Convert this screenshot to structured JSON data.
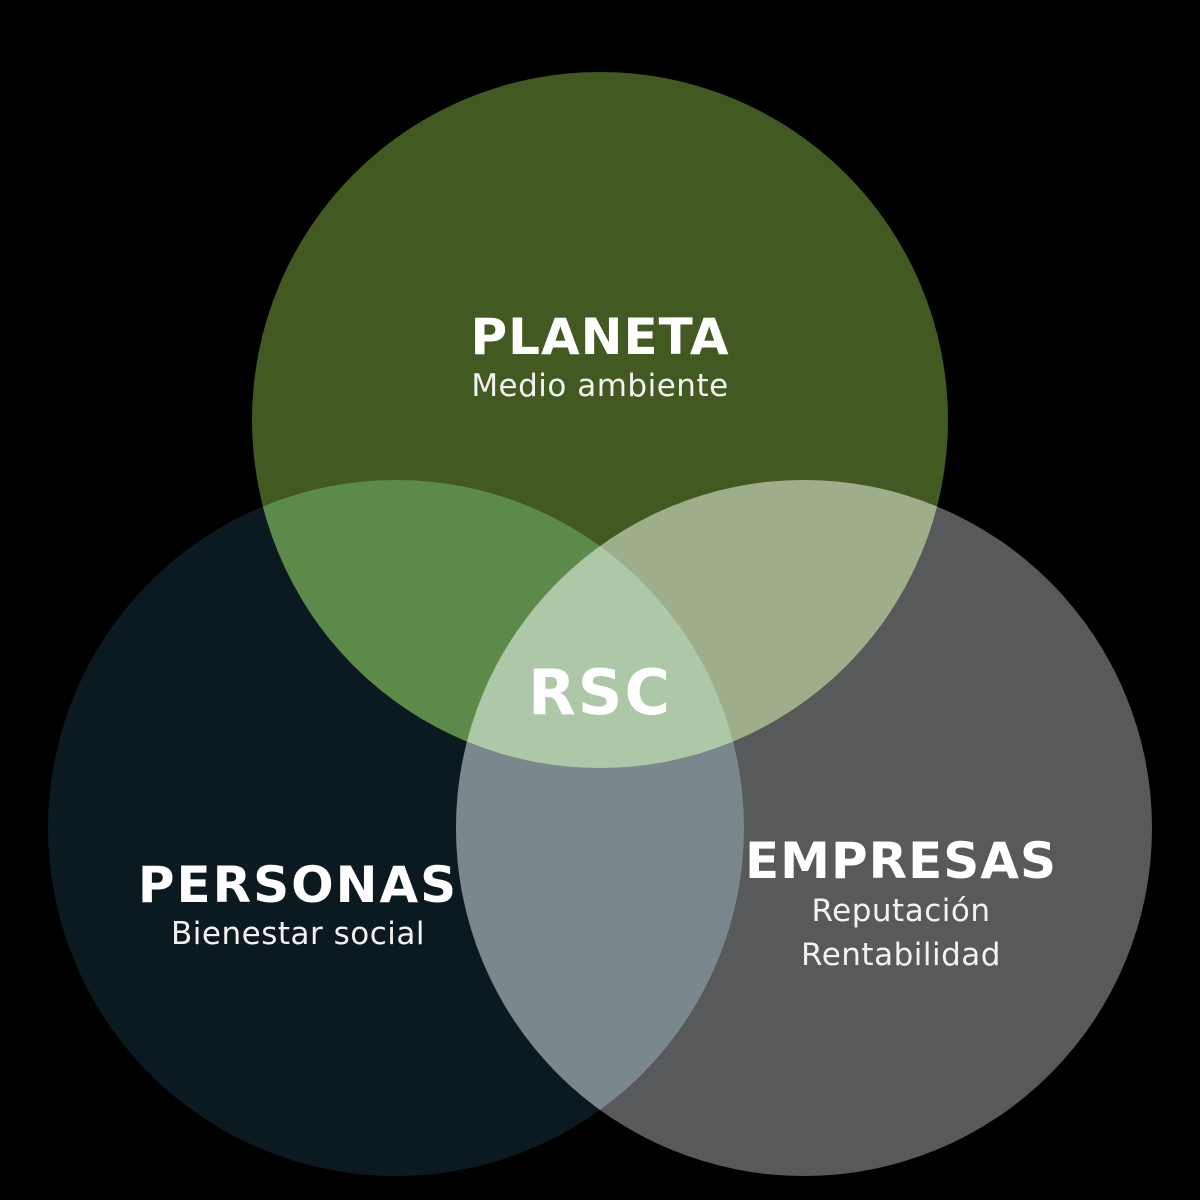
{
  "diagram": {
    "type": "venn",
    "background": "#000000",
    "center_label": "RSC",
    "sets": [
      {
        "id": "planeta",
        "title": "PLANETA",
        "subtitle_lines": [
          "Medio ambiente"
        ],
        "color": "#425a21"
      },
      {
        "id": "personas",
        "title": "PERSONAS",
        "subtitle_lines": [
          "Bienestar social"
        ],
        "color": "#0b1a21"
      },
      {
        "id": "empresas",
        "title": "EMPRESAS",
        "subtitle_lines": [
          "Reputación",
          "Rentabilidad"
        ],
        "color": "#57595b"
      }
    ],
    "overlaps": {
      "planeta_personas": "#5b8a4a",
      "planeta_empresas": "#9eae8a",
      "personas_empresas": "#7a888e",
      "all": "#adc8a6"
    }
  }
}
